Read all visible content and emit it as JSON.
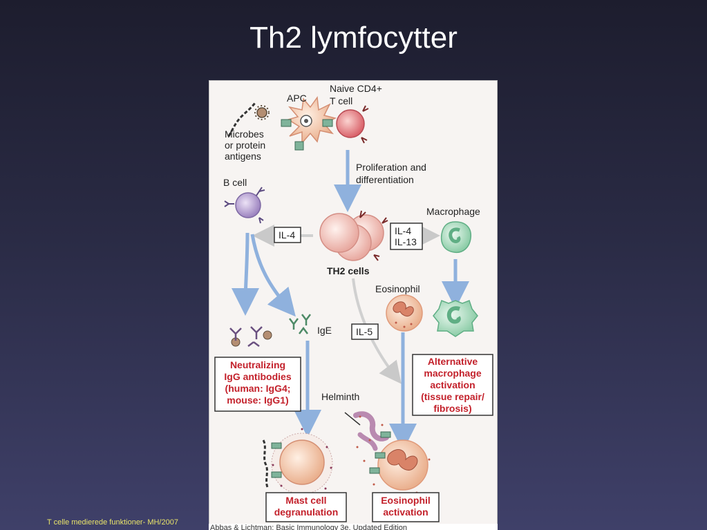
{
  "slide": {
    "title": "Th2 lymfocytter",
    "footer": "T celle medierede funktioner- MH/2007",
    "caption": "Abbas & Lichtman: Basic Immunology 3e. Updated Edition"
  },
  "diagram": {
    "apc": "APC",
    "naive_line1": "Naive CD4+",
    "naive_line2": "T cell",
    "microbes_line1": "Microbes",
    "microbes_line2": "or protein",
    "microbes_line3": "antigens",
    "prolif_line1": "Proliferation and",
    "prolif_line2": "differentiation",
    "b_cell": "B cell",
    "macrophage": "Macrophage",
    "il4_left": "IL-4",
    "il4_right": "IL-4",
    "il13": "IL-13",
    "th2_cells": "TH2 cells",
    "eosinophil": "Eosinophil",
    "il5": "IL-5",
    "ige": "IgE",
    "helminth": "Helminth",
    "neutralizing_lines": [
      "Neutralizing",
      "IgG antibodies",
      "(human: IgG4;",
      "mouse: IgG1)"
    ],
    "alternative_lines": [
      "Alternative",
      "macrophage",
      "activation",
      "(tissue repair/",
      "fibrosis)"
    ],
    "mast_lines": [
      "Mast cell",
      "degranulation"
    ],
    "eos_act_lines": [
      "Eosinophil",
      "activation"
    ]
  },
  "colors": {
    "arrow_blue": "#8fb1dd",
    "arrow_gray": "#c9c9c9",
    "outcome_red": "#c3212b",
    "th2_pink": "#f3c9c2",
    "b_cell_purple": "#b9a3d1",
    "macrophage_green": "#a9dbbf"
  }
}
